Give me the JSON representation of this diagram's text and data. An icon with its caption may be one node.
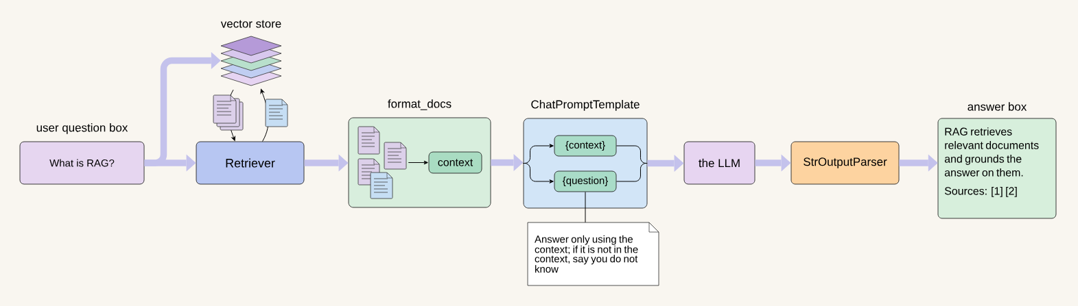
{
  "diagram": {
    "nodes": [
      {
        "text": [
          "user question box",
          "What is RAG?"
        ]
      },
      {
        "text": [
          "vector store"
        ]
      },
      {
        "text": [
          "Retriever"
        ]
      },
      {
        "text": [
          "format_docs"
        ]
      },
      {
        "text": [],
        "shape": "document",
        "in": 3
      },
      {
        "text": [
          "context"
        ],
        "in": 3
      },
      {
        "text": [
          "ChatPromptTemplate"
        ]
      },
      {
        "text": [
          "{context}"
        ],
        "in": 6
      },
      {
        "text": [
          "{question}"
        ],
        "in": 6
      },
      {
        "text": [
          "Answer only using the context; if it is not in the context, say you do not know"
        ]
      },
      {
        "text": [
          "the LLM"
        ]
      },
      {
        "text": [
          "StrOutputParser"
        ]
      },
      {
        "text": [
          "answer box",
          "RAG retrieves relevant documents and grounds the answer on them.",
          "Sources: [1] [2]"
        ]
      }
    ],
    "edges": [
      {
        "from": 0,
        "to": 1,
        "arrow": "to",
        "style": "thick",
        "color": "#c4c2ec"
      },
      {
        "from": 0,
        "to": 2,
        "arrow": "to",
        "style": "thick",
        "color": "#c4c2ec"
      },
      {
        "from": 1,
        "to": 2,
        "arrow": "to"
      },
      {
        "from": 2,
        "to": 1,
        "arrow": "to"
      },
      {
        "from": 2,
        "to": 3,
        "arrow": "to",
        "style": "thick",
        "color": "#c4c2ec"
      },
      {
        "from": 4,
        "to": 5,
        "arrow": "to"
      },
      {
        "from": 3,
        "to": 6,
        "arrow": "to",
        "style": "thick",
        "color": "#c4c2ec"
      },
      {
        "from": 6,
        "to": 7,
        "arrow": "to"
      },
      {
        "from": 6,
        "to": 8,
        "arrow": "to"
      },
      {
        "from": 7,
        "to": 6,
        "arrow": "none"
      },
      {
        "from": 8,
        "to": 6,
        "arrow": "none"
      },
      {
        "from": 8,
        "to": 9,
        "arrow": "none"
      },
      {
        "from": 6,
        "to": 10,
        "arrow": "to",
        "style": "thick",
        "color": "#c4c2ec"
      },
      {
        "from": 10,
        "to": 11,
        "arrow": "to",
        "style": "thick",
        "color": "#c4c2ec"
      },
      {
        "from": 11,
        "to": 12,
        "arrow": "to",
        "style": "thick",
        "color": "#c4c2ec"
      }
    ]
  }
}
